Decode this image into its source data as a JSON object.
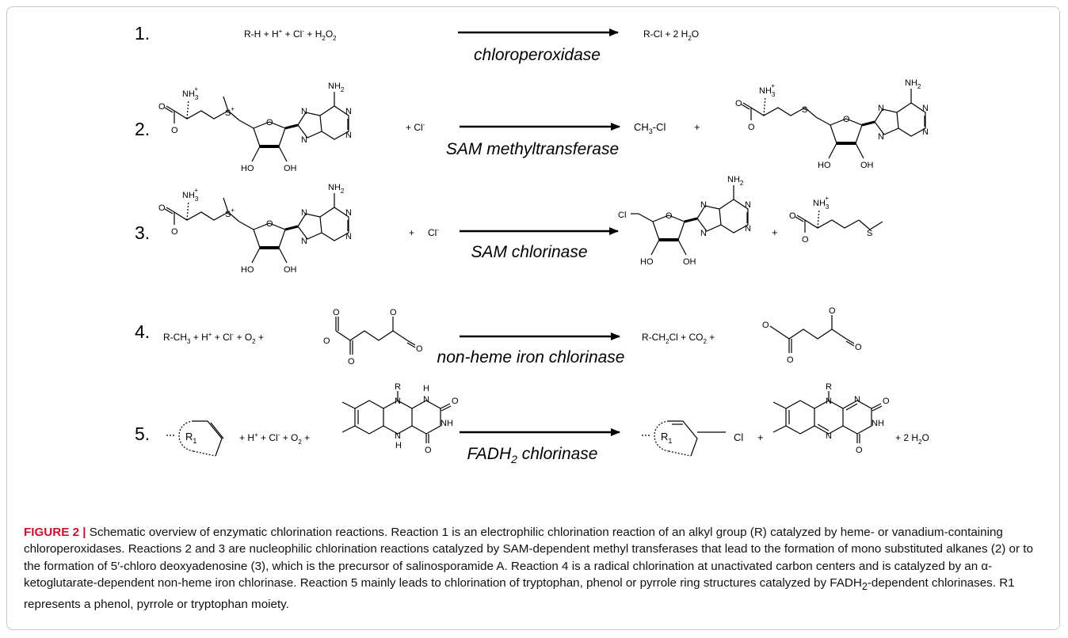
{
  "figure": {
    "label": "FIGURE 2 |",
    "caption_parts": [
      " Schematic overview of enzymatic chlorination reactions. Reaction 1 is an electrophilic chlorination reaction of an alkyl group (R) catalyzed by heme- or vanadium-containing chloroperoxidases. Reactions 2 and 3 are nucleophilic chlorination reactions catalyzed by SAM-dependent methyl transferases that lead to the formation of mono substituted alkanes (2) or to the formation of 5′-chloro deoxyadenosine (3), which is the precursor of salinosporamide A. Reaction 4 is a radical chlorination at unactivated carbon centers and is catalyzed by an α-ketoglutarate-dependent non-heme iron chlorinase. Reaction 5 mainly leads to chlorination of tryptophan, phenol or pyrrole ring structures catalyzed by FADH",
      "2",
      "-dependent chlorinases. R1 represents a phenol, pyrrole or tryptophan moiety."
    ]
  },
  "reactions": [
    {
      "number": "1.",
      "enzyme": "chloroperoxidase",
      "lhs": [
        "R-H + H",
        "+",
        " + Cl",
        "-",
        " + H",
        "2",
        "O",
        "2"
      ],
      "rhs": [
        "R-Cl + 2 H",
        "2",
        "O"
      ]
    },
    {
      "number": "2.",
      "enzyme": "SAM methyltransferase",
      "plus_cl": [
        "+ Cl",
        "-"
      ],
      "product_a": [
        "CH",
        "3",
        "-Cl"
      ],
      "plus": "+"
    },
    {
      "number": "3.",
      "enzyme": "SAM chlorinase",
      "plus_cl": [
        "+",
        "Cl",
        "-"
      ],
      "plus": "+",
      "cl_label": "Cl"
    },
    {
      "number": "4.",
      "enzyme": "non-heme iron chlorinase",
      "lhs": [
        "R-CH",
        "3",
        " + H",
        "+",
        " + Cl",
        "-",
        " + O",
        "2",
        "  +"
      ],
      "rhs": [
        "R-CH",
        "2",
        "Cl + CO",
        "2",
        "  +"
      ]
    },
    {
      "number": "5.",
      "enzyme": [
        "FADH",
        "2",
        " chlorinase"
      ],
      "lhs": [
        "+ H",
        "+",
        " + Cl",
        "-",
        " + O",
        "2",
        " +"
      ],
      "rhs_cl": "Cl",
      "rhs_plus": "+",
      "rhs_tail": [
        "+ 2 H",
        "2",
        "O"
      ]
    }
  ],
  "atoms": {
    "nh3": [
      "NH",
      "3",
      "+"
    ],
    "nh2": [
      "NH",
      "2"
    ],
    "o": "O",
    "o_minus": "O",
    "n": "N",
    "s_plus": [
      "S",
      "+"
    ],
    "s": "S",
    "ho": "HO",
    "oh": "OH",
    "r": "R",
    "h": "H",
    "nh": "NH",
    "r1": [
      "R",
      "1"
    ]
  }
}
